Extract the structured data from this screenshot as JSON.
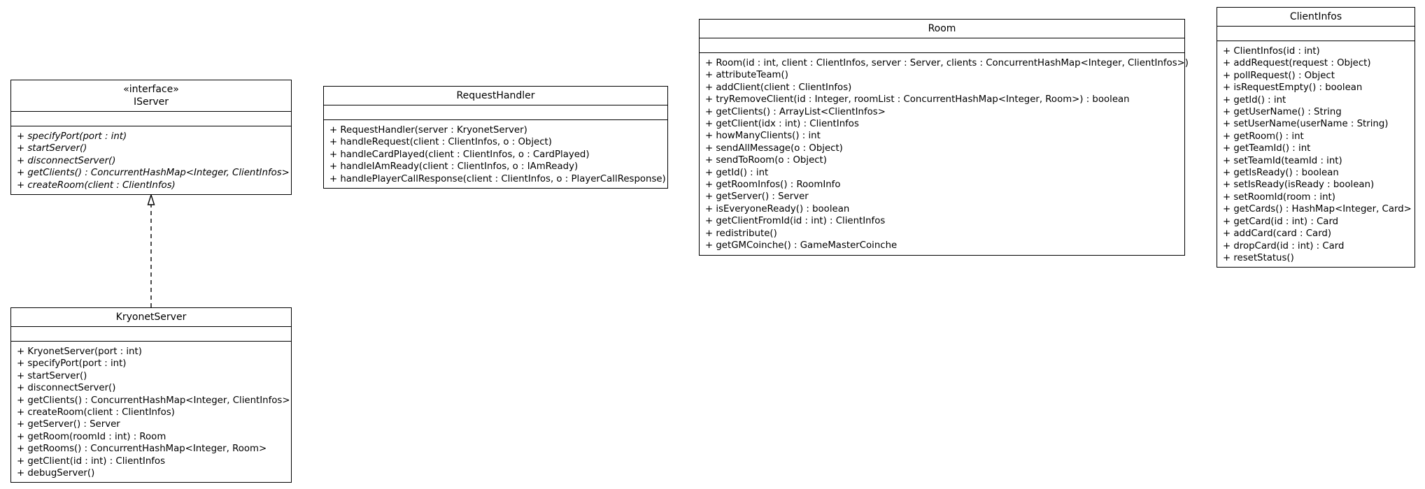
{
  "classes": {
    "iserver": {
      "stereotype": "«interface»",
      "name": "IServer",
      "operations": [
        "+ specifyPort(port : int)",
        "+ startServer()",
        "+ disconnectServer()",
        "+ getClients() : ConcurrentHashMap<Integer, ClientInfos>",
        "+ createRoom(client : ClientInfos)"
      ]
    },
    "kryonet_server": {
      "name": "KryonetServer",
      "operations": [
        "+ KryonetServer(port : int)",
        "+ specifyPort(port : int)",
        "+ startServer()",
        "+ disconnectServer()",
        "+ getClients() : ConcurrentHashMap<Integer, ClientInfos>",
        "+ createRoom(client : ClientInfos)",
        "+ getServer() : Server",
        "+ getRoom(roomId : int) : Room",
        "+ getRooms() : ConcurrentHashMap<Integer, Room>",
        "+ getClient(id : int) : ClientInfos",
        "+ debugServer()"
      ]
    },
    "request_handler": {
      "name": "RequestHandler",
      "operations": [
        "+ RequestHandler(server : KryonetServer)",
        "+ handleRequest(client : ClientInfos, o : Object)",
        "+ handleCardPlayed(client : ClientInfos, o : CardPlayed)",
        "+ handleIAmReady(client : ClientInfos, o : IAmReady)",
        "+ handlePlayerCallResponse(client : ClientInfos, o : PlayerCallResponse)"
      ]
    },
    "room": {
      "name": "Room",
      "operations": [
        "+ Room(id : int, client : ClientInfos, server : Server, clients : ConcurrentHashMap<Integer, ClientInfos>)",
        "+ attributeTeam()",
        "+ addClient(client : ClientInfos)",
        "+ tryRemoveClient(id : Integer, roomList : ConcurrentHashMap<Integer, Room>) : boolean",
        "+ getClients() : ArrayList<ClientInfos>",
        "+ getClient(idx : int) : ClientInfos",
        "+ howManyClients() : int",
        "+ sendAllMessage(o : Object)",
        "+ sendToRoom(o : Object)",
        "+ getId() : int",
        "+ getRoomInfos() : RoomInfo",
        "+ getServer() : Server",
        "+ isEveryoneReady() : boolean",
        "+ getClientFromId(id : int) : ClientInfos",
        "+ redistribute()",
        "+ getGMCoinche() : GameMasterCoinche"
      ]
    },
    "client_infos": {
      "name": "ClientInfos",
      "operations": [
        "+ ClientInfos(id : int)",
        "+ addRequest(request : Object)",
        "+ pollRequest() : Object",
        "+ isRequestEmpty() : boolean",
        "+ getId() : int",
        "+ getUserName() : String",
        "+ setUserName(userName : String)",
        "+ getRoom() : int",
        "+ getTeamId() : int",
        "+ setTeamId(teamId : int)",
        "+ getIsReady() : boolean",
        "+ setIsReady(isReady : boolean)",
        "+ setRoomId(room : int)",
        "+ getCards() : HashMap<Integer, Card>",
        "+ getCard(id : int) : Card",
        "+ addCard(card : Card)",
        "+ dropCard(id : int) : Card",
        "+ resetStatus()"
      ]
    }
  },
  "relations": [
    {
      "type": "realization",
      "from": "KryonetServer",
      "to": "IServer"
    }
  ]
}
